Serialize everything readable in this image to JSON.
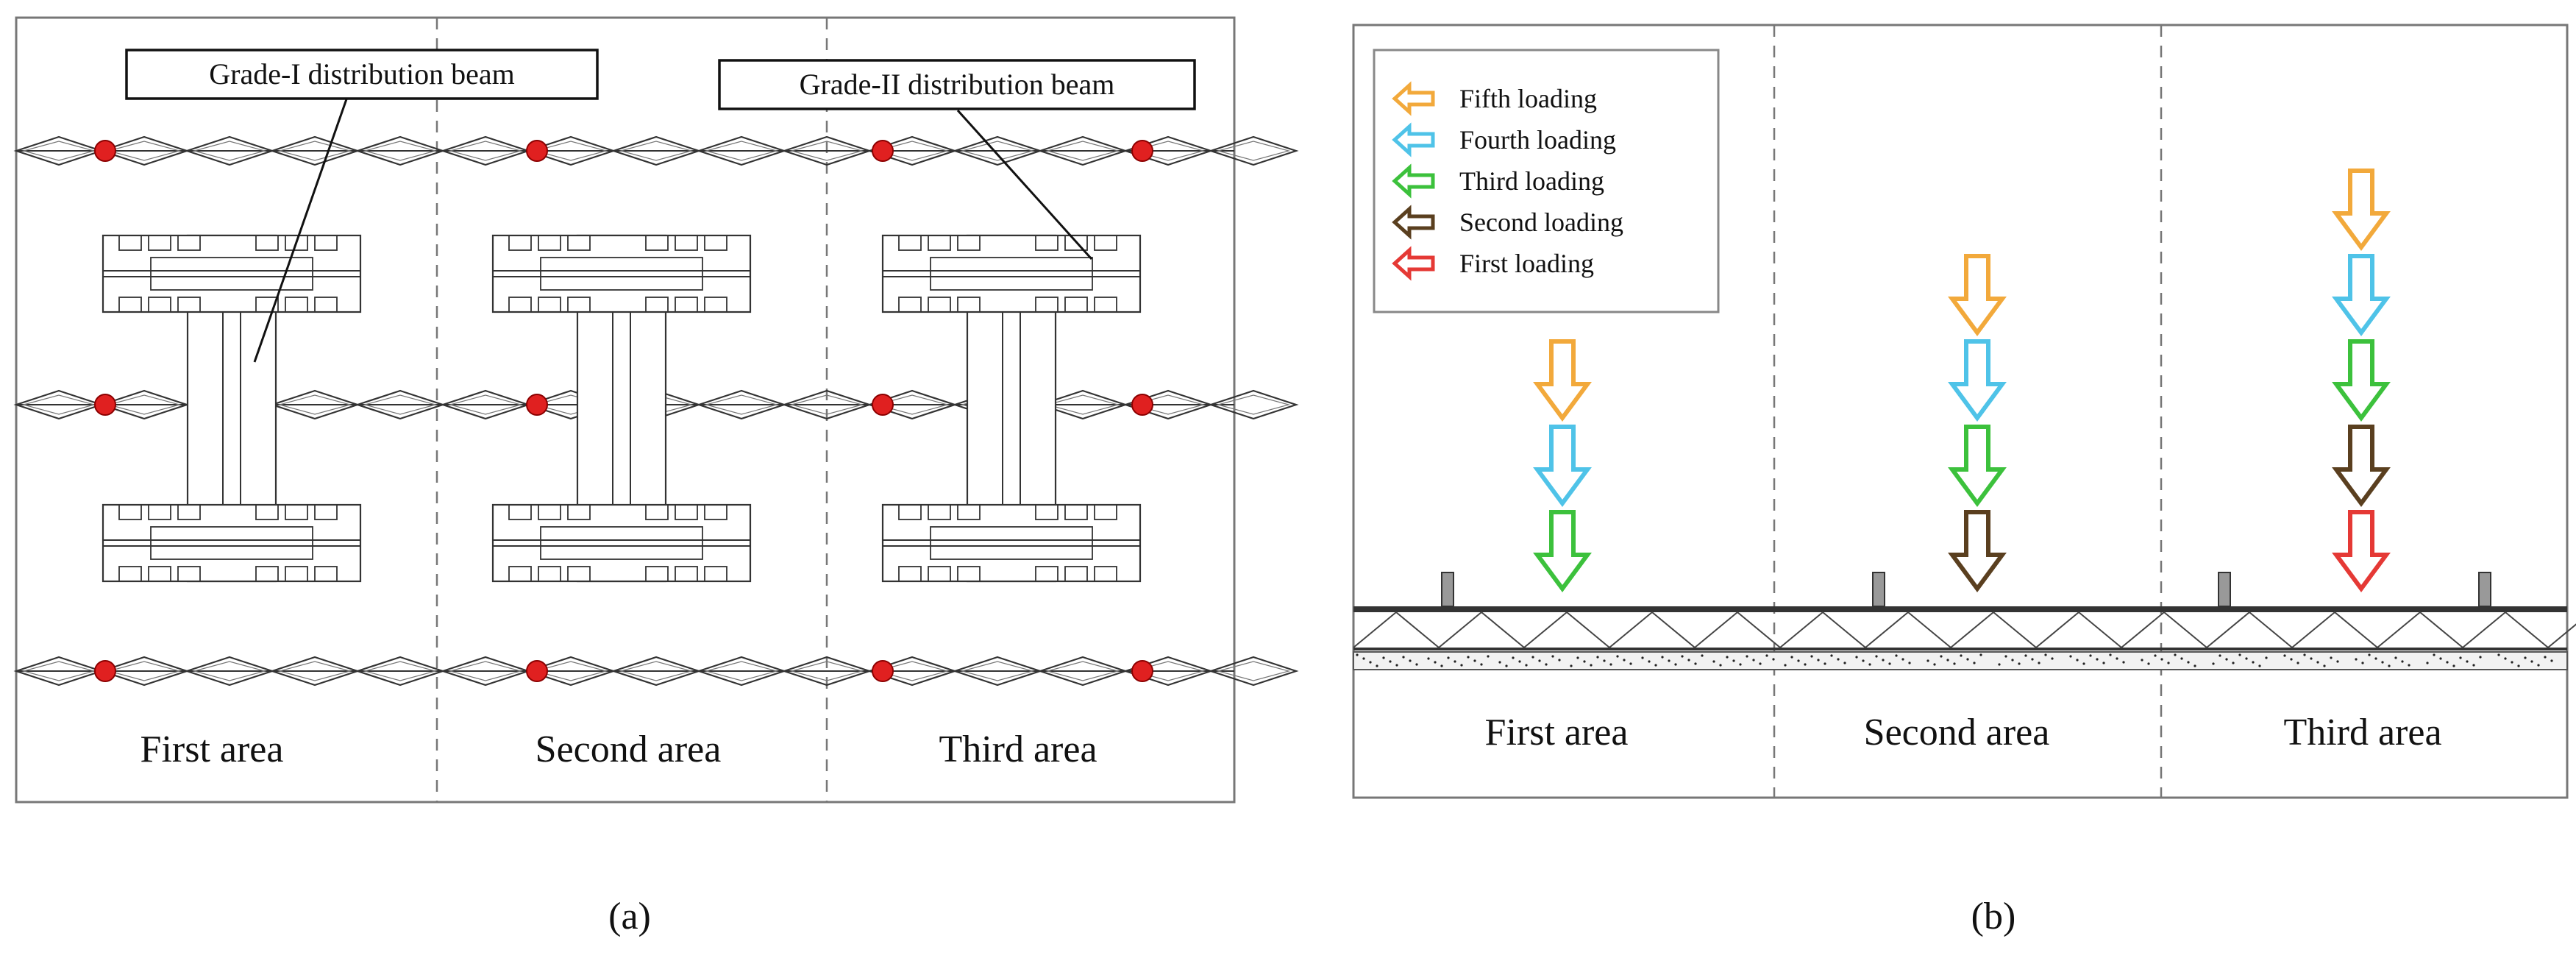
{
  "panel_a": {
    "caption": "(a)",
    "areas": [
      "First area",
      "Second area",
      "Third area"
    ],
    "callouts": {
      "grade1": "Grade-I distribution beam",
      "grade2": "Grade-II distribution beam"
    }
  },
  "panel_b": {
    "caption": "(b)",
    "areas": [
      "First area",
      "Second area",
      "Third area"
    ],
    "legend": [
      {
        "label": "Fifth loading",
        "color": "#f2a93b"
      },
      {
        "label": "Fourth loading",
        "color": "#4fc3e8"
      },
      {
        "label": "Third loading",
        "color": "#3cc13c"
      },
      {
        "label": "Second loading",
        "color": "#5a3f1f"
      },
      {
        "label": "First loading",
        "color": "#e53935"
      }
    ],
    "loading_stacks": [
      {
        "area": "First area",
        "arrows": [
          "Fifth loading",
          "Fourth loading",
          "Third loading"
        ]
      },
      {
        "area": "Second area",
        "arrows": [
          "Fifth loading",
          "Fourth loading",
          "Third loading",
          "Second loading"
        ]
      },
      {
        "area": "Third area",
        "arrows": [
          "Fifth loading",
          "Fourth loading",
          "Third loading",
          "Second loading",
          "First loading"
        ]
      }
    ]
  },
  "colors": {
    "support_node": "#e02020",
    "line": "#333333",
    "frame": "#888888"
  }
}
